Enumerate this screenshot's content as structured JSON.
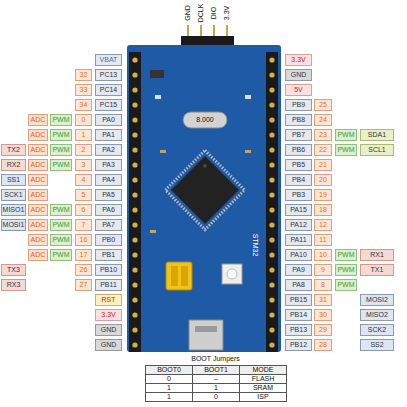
{
  "diagram": {
    "labels": [
      "GND",
      "DCLK",
      "DIO",
      "3.3V",
      "8.000",
      "STM32",
      "VBAT",
      "32",
      "PC13",
      "33",
      "PC14",
      "34",
      "PC15",
      "ADC",
      "PWM",
      "0",
      "PA0",
      "ADC",
      "PWM",
      "1",
      "PA1",
      "TX2",
      "ADC",
      "PWM",
      "2",
      "PA2",
      "RX2",
      "ADC",
      "PWM",
      "3",
      "PA3",
      "SS1",
      "ADC",
      "4",
      "PA4",
      "SCK1",
      "ADC",
      "5",
      "PA5",
      "MISO1",
      "ADC",
      "PWM",
      "6",
      "PA6",
      "MOSI1",
      "ADC",
      "PWM",
      "7",
      "PA7",
      "ADC",
      "PWM",
      "16",
      "PB0",
      "ADC",
      "PWM",
      "17",
      "PB1",
      "TX3",
      "26",
      "PB10",
      "RX3",
      "27",
      "PB11",
      "RST",
      "3.3V",
      "GND",
      "GND",
      "3.3V",
      "GND",
      "5V",
      "PB9",
      "25",
      "PB8",
      "24",
      "PB7",
      "23",
      "PWM",
      "SDA1",
      "PB6",
      "22",
      "PWM",
      "SCL1",
      "PB5",
      "21",
      "PB4",
      "20",
      "PB3",
      "19",
      "PA15",
      "18",
      "PA12",
      "12",
      "PA11",
      "11",
      "PA10",
      "10",
      "PWM",
      "RX1",
      "PA9",
      "9",
      "PWM",
      "TX1",
      "PA8",
      "8",
      "PWM",
      "PB15",
      "31",
      "MOSI2",
      "PB14",
      "30",
      "MISO2",
      "PB13",
      "29",
      "SCK2",
      "PB12",
      "28",
      "SS2",
      "BOOT Jumpers",
      "BOOT0",
      "BOOT1",
      "MODE",
      "0",
      "–",
      "FLASH",
      "1",
      "1",
      "SRAM",
      "1",
      "0",
      "ISP"
    ]
  }
}
